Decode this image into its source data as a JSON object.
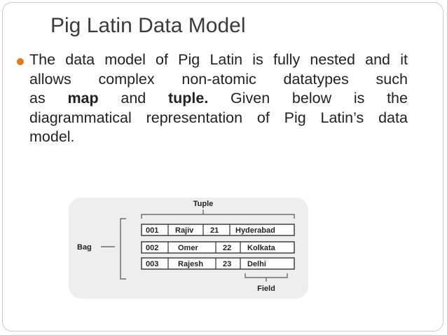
{
  "slide": {
    "title": "Pig Latin Data Model",
    "body": {
      "line1": [
        "The",
        "data",
        "model",
        "of",
        "Pig",
        "Latin",
        "is",
        "fully",
        "nested",
        "and",
        "it"
      ],
      "line2": [
        "allows",
        "complex",
        "non-atomic",
        "datatypes",
        "such"
      ],
      "line3": [
        "as",
        "map",
        "and",
        "tuple.",
        "Given",
        "below",
        "is",
        "the"
      ],
      "line4": [
        "diagrammatical",
        "representation",
        "of",
        "Pig",
        "Latin’s",
        "data"
      ],
      "line5": "model."
    }
  },
  "diagram": {
    "tuple_label": "Tuple",
    "bag_label": "Bag",
    "field_label": "Field",
    "rows": [
      [
        "001",
        "Rajiv",
        "21",
        "Hyderabad"
      ],
      [
        "002",
        "Omer",
        "22",
        "Kolkata"
      ],
      [
        "003",
        "Rajesh",
        "23",
        "Delhi"
      ]
    ]
  },
  "colors": {
    "bullet": "#e07a1c",
    "title": "#3b3b3b",
    "text": "#222222",
    "diagram_bg": "#eeeeee"
  }
}
